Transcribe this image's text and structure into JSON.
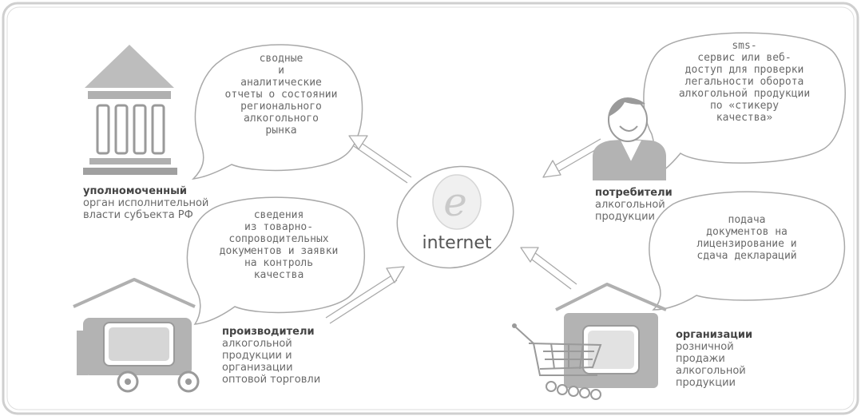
{
  "center": {
    "label": "internet",
    "logo_letter": "e"
  },
  "bubbles": {
    "authority": [
      "сводные",
      "и",
      "аналитические",
      "отчеты о состоянии",
      "регионального",
      "алкогольного",
      "рынка"
    ],
    "consumer": [
      "sms-",
      "сервис или веб-",
      "доступ для проверки",
      "легальности оборота",
      "алкогольной продукции",
      "по «стикеру",
      "качества»"
    ],
    "producer": [
      "сведения",
      "из товарно-",
      "сопроводительных",
      "документов и заявки",
      "на контроль",
      "качества"
    ],
    "retail": [
      "подача",
      "документов на",
      "лицензирование и",
      "сдача деклараций"
    ]
  },
  "captions": {
    "authority": {
      "bold": "уполномоченный",
      "lines": [
        "орган исполнительной",
        "власти субъекта РФ"
      ]
    },
    "consumer": {
      "bold": "потребители",
      "lines": [
        "алкогольной",
        "продукции"
      ]
    },
    "producer": {
      "bold": "производители",
      "lines": [
        "алкогольной",
        "продукции и",
        "организации",
        "оптовой торговли"
      ]
    },
    "retail": {
      "bold": "организации",
      "lines": [
        "розничной",
        "продажи",
        "алкогольной",
        "продукции"
      ]
    }
  },
  "colors": {
    "stroke": "#a9a9a9",
    "icon_fill": "#b3b3b3",
    "icon_dark": "#9a9a9a",
    "frame": "#c8c8c8"
  }
}
